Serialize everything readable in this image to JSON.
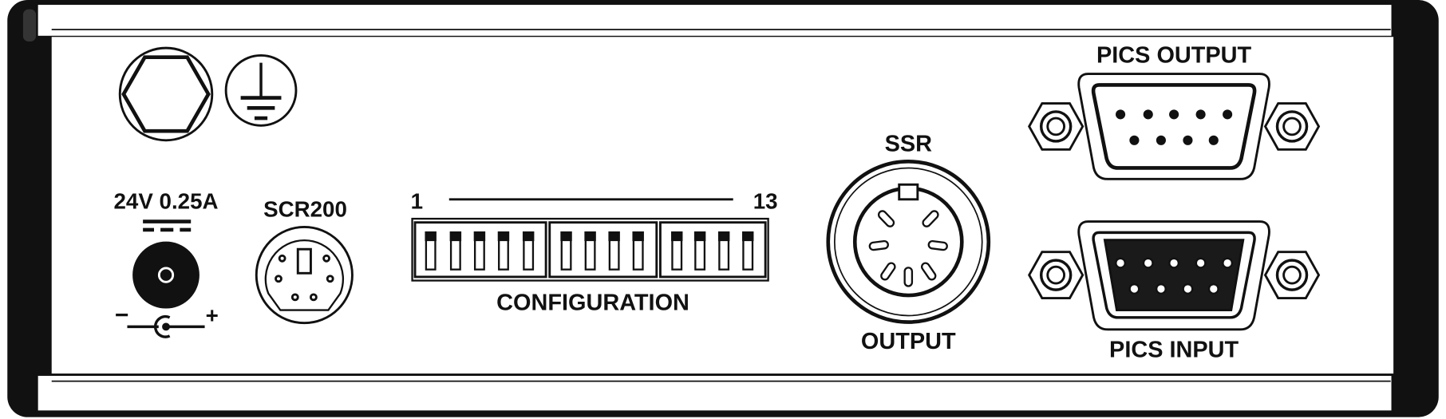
{
  "labels": {
    "power_rating": "24V  0.25A",
    "polarity_minus": "−",
    "polarity_plus": "+",
    "scr200": "SCR200",
    "dip_start": "1",
    "dip_end": "13",
    "configuration": "CONFIGURATION",
    "ssr": "SSR",
    "output": "OUTPUT",
    "pics_output": "PICS OUTPUT",
    "pics_input": "PICS INPUT"
  },
  "dip_switch_count": 13,
  "colors": {
    "line": "#111111",
    "panel": "#ffffff",
    "dark": "#1a1a1a"
  }
}
